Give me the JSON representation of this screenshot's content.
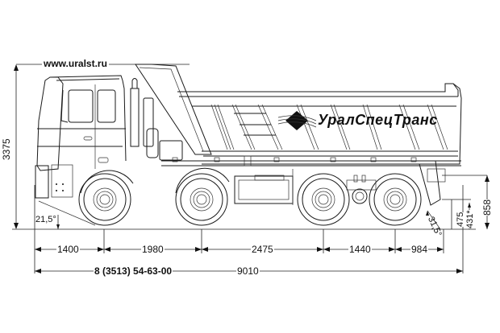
{
  "header": {
    "website": "www.uralst.ru",
    "phone": "8 (3513) 54-63-00"
  },
  "brand": {
    "logo_text": "УралСпецТранс"
  },
  "dimensions": {
    "overall_height": "3375",
    "front_overhang": "1400",
    "wheelbase_1_2": "1980",
    "wheelbase_2_3": "2475",
    "wheelbase_3_4": "1440",
    "rear_overhang": "984",
    "overall_length": "9010",
    "front_approach_angle": "21,5°",
    "rear_departure_angle": "31,5°",
    "rear_clearance_1": "475",
    "rear_clearance_2": "431*",
    "rear_frame_height": "858"
  },
  "colors": {
    "line": "#1a1a1a",
    "background": "#ffffff"
  }
}
